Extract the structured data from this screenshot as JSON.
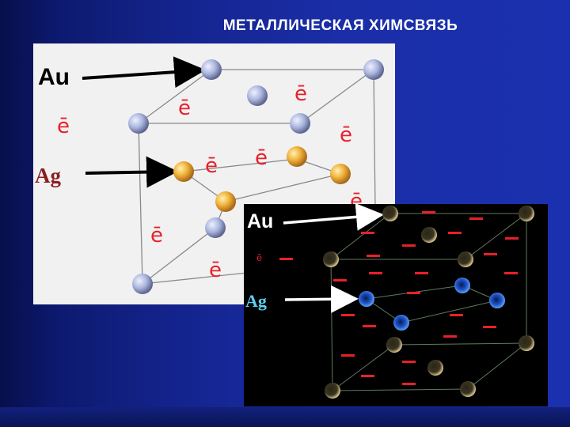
{
  "slide": {
    "title": "МЕТАЛЛИЧЕСКАЯ ХИМСВЯЗЬ"
  },
  "light_panel": {
    "label_au": "Au",
    "label_ag": "Ag",
    "electron_symbol": "ē"
  },
  "dark_panel": {
    "label_au": "Au",
    "label_ag": "Ag",
    "electron_symbol": "ē"
  },
  "colors": {
    "electron_red": "#e8202a",
    "au_atom_light": "#b9c3e6",
    "ag_atom_light": "#f2b43a",
    "au_atom_dark": "#c9b27a",
    "ag_atom_dark": "#2f7cff"
  }
}
